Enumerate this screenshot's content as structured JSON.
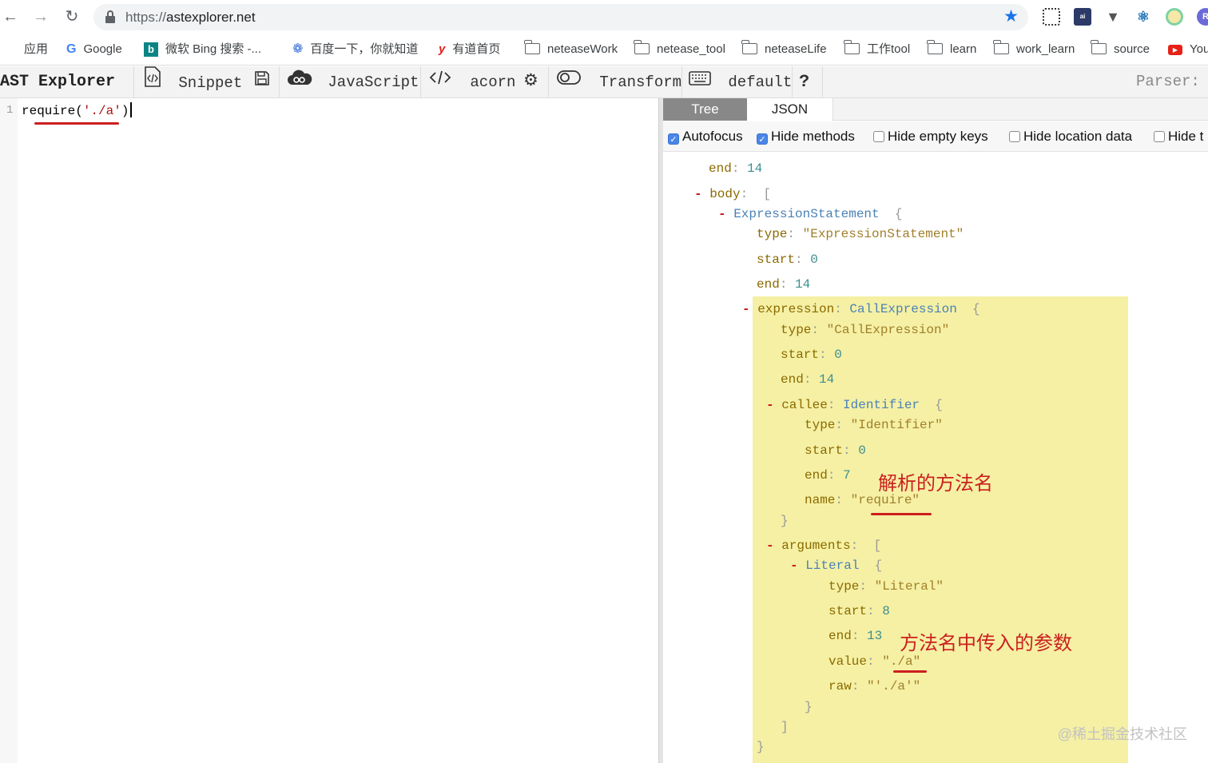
{
  "browser": {
    "url_scheme": "https://",
    "url_host": "astexplorer.net",
    "bookmarks": [
      "应用",
      "Google",
      "微软 Bing 搜索 -...",
      "百度一下，你就知道",
      "有道首页",
      "neteaseWork",
      "netease_tool",
      "neteaseLife",
      "工作tool",
      "learn",
      "work_learn",
      "source",
      "You"
    ]
  },
  "toolbar": {
    "brand": "AST Explorer",
    "snippet": "Snippet",
    "language": "JavaScript",
    "parser": "acorn",
    "transform": "Transform",
    "keymap": "default",
    "help": "?",
    "parser_label": "Parser:"
  },
  "editor": {
    "line_number": "1",
    "code_fn": "require(",
    "code_str": "'./a'",
    "code_end": ")"
  },
  "output": {
    "tabs": [
      "Tree",
      "JSON"
    ],
    "options": [
      {
        "label": "Autofocus",
        "checked": true
      },
      {
        "label": "Hide methods",
        "checked": true
      },
      {
        "label": "Hide empty keys",
        "checked": false
      },
      {
        "label": "Hide location data",
        "checked": false
      },
      {
        "label": "Hide t",
        "checked": false
      }
    ],
    "tree": {
      "root_end_key": "end",
      "root_end_val": "14",
      "body_key": "body",
      "stmt_type": "ExpressionStatement",
      "stmt_type_val": "\"ExpressionStatement\"",
      "stmt_start": "0",
      "stmt_end": "14",
      "expr_key": "expression",
      "expr_type": "CallExpression",
      "expr_type_val": "\"CallExpression\"",
      "expr_start": "0",
      "expr_end": "14",
      "callee_key": "callee",
      "callee_type": "Identifier",
      "callee_type_val": "\"Identifier\"",
      "callee_start": "0",
      "callee_end": "7",
      "callee_name_val": "\"require\"",
      "args_key": "arguments",
      "arg_type": "Literal",
      "arg_type_val": "\"Literal\"",
      "arg_start": "8",
      "arg_end": "13",
      "arg_value_val": "\"./a\"",
      "arg_raw_val": "\"'./a'\""
    },
    "annotations": {
      "method_name": "解析的方法名",
      "method_args": "方法名中传入的参数"
    },
    "watermark": "@稀土掘金技术社区"
  },
  "colors": {
    "accent": "#1a73e8",
    "highlight": "#f5f0a4",
    "annotation": "#cc1f1f"
  }
}
